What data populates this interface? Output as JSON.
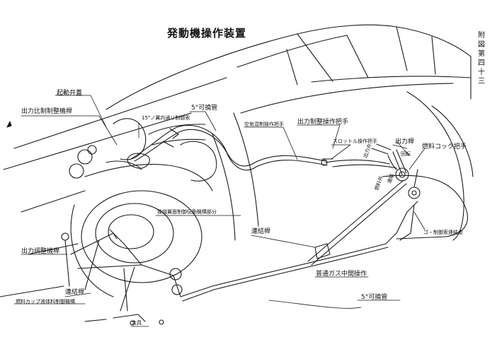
{
  "figure": {
    "title": "発動機操作装置",
    "side_note": "附図第四十三"
  },
  "labels": {
    "starter_valve": "起動弁蓋",
    "mixture_lever_left": "出力比制制整機桿",
    "cable_top_left": "15°ノ翼内通リ制御索",
    "tube_5deg_top": "5°可撓管",
    "mixture_control_lever": "空気混制操作把手",
    "throttle_control_lever": "出力制整操作把手",
    "lever_mid": "スロットル操作把手",
    "output_lever": "出力桿",
    "fuel_cock_handle": "燃料コック把手",
    "bend_label": "回転",
    "vertical_1": "出力弁",
    "vertical_2": "燃料弁",
    "vertical_3": "連結",
    "center_bellcrank": "操縦翼面制御伝動機構部分",
    "connecting_rod": "連結桿",
    "right_lower": "ゴ・制御索連結金",
    "fuel_gas_pipe": "普通ガス中間操作",
    "tube_5deg_bottom": "5°可撓管",
    "left_output_lever": "出力調整機桿",
    "link_rod": "連結桿",
    "left_lower_long": "燃料カップ液体料制御機構",
    "bottom_small": "金具"
  }
}
